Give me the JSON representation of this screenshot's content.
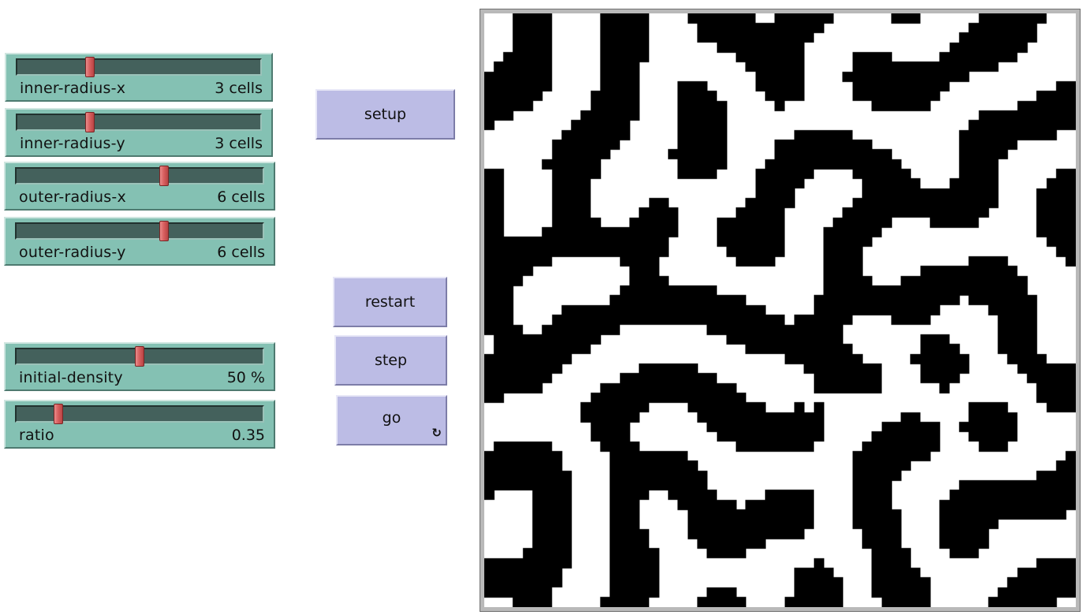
{
  "sliders": [
    {
      "name": "slider-inner-radius-x",
      "label": "inner-radius-x",
      "value": "3 cells",
      "fraction": 0.3
    },
    {
      "name": "slider-inner-radius-y",
      "label": "inner-radius-y",
      "value": "3 cells",
      "fraction": 0.3
    },
    {
      "name": "slider-outer-radius-x",
      "label": "outer-radius-x",
      "value": "6 cells",
      "fraction": 0.6
    },
    {
      "name": "slider-outer-radius-y",
      "label": "outer-radius-y",
      "value": "6 cells",
      "fraction": 0.6
    },
    {
      "name": "slider-initial-density",
      "label": "initial-density",
      "value": "50 %",
      "fraction": 0.5
    },
    {
      "name": "slider-ratio",
      "label": "ratio",
      "value": "0.35",
      "fraction": 0.17
    }
  ],
  "buttons": {
    "setup": "setup",
    "restart": "restart",
    "step": "step",
    "go": "go",
    "go_forever_icon": "forever-loop-icon"
  },
  "world": {
    "pattern": "labyrinth-of-black-and-white-patches",
    "colors": {
      "on": "#000000",
      "off": "#ffffff"
    }
  }
}
